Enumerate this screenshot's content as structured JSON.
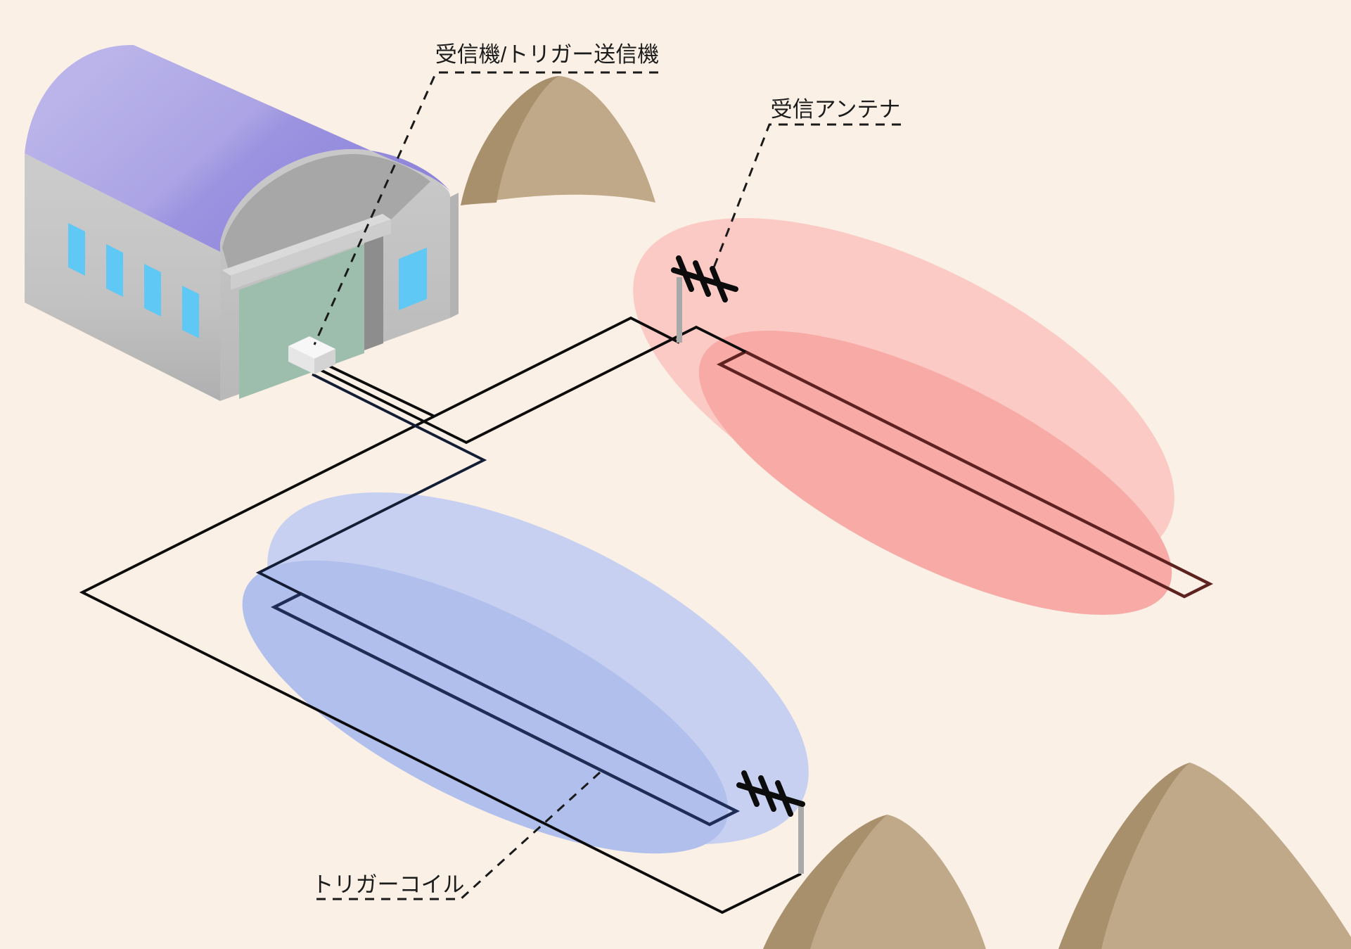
{
  "diagram": {
    "type": "isometric radio-system illustration",
    "labels": {
      "receiver_transmitter": "受信機/トリガー送信機",
      "receiving_antenna": "受信アンテナ",
      "trigger_coil": "トリガーコイル"
    },
    "components": {
      "building": "hangar with curved purple roof, receiver box at door",
      "receiver_box": "white receiver / trigger transmitter unit",
      "top_antenna": "yagi antenna on gray mast (receiving antenna)",
      "bottom_antenna": "yagi antenna on gray mast",
      "outer_wire_loop": "large ground wire loop connecting both masts",
      "red_coil": "long rectangular coil with red radiation lobes",
      "blue_coil": "trigger coil with blue radiation lobes",
      "mountains": [
        "top-center hill",
        "bottom-center hill",
        "bottom-right hill"
      ]
    },
    "colors": {
      "background": "#faf0e5",
      "roof_light": "#b9b3e9",
      "roof_dark": "#8d84da",
      "wall_gray": "#c9c9c9",
      "door_green": "#9dbead",
      "window_blue": "#5fc8f5",
      "pink_lobe_light": "#fbcac5",
      "pink_lobe_dark": "#f8aba6",
      "blue_lobe_light": "#c7d0f0",
      "blue_lobe_dark": "#b0bfec",
      "red_coil_stroke": "#5e2320",
      "blue_coil_stroke": "#1f2c55",
      "wire_black": "#0c0c0c",
      "mast_gray": "#a9a9a9",
      "mountain_tan": "#bfa988",
      "mountain_shadow": "#a8906c",
      "label_text": "#1b1b1b"
    }
  }
}
